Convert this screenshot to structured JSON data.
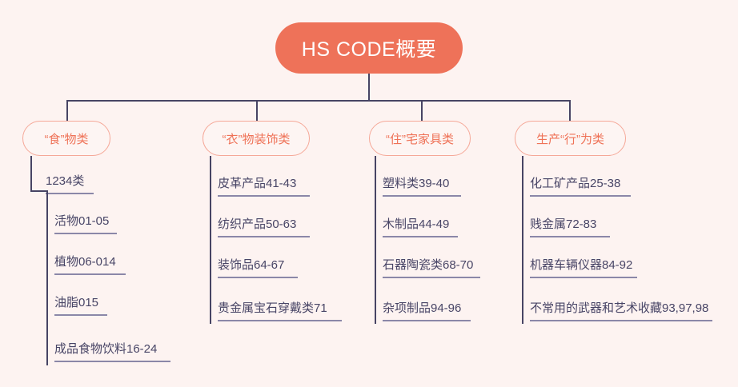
{
  "diagram": {
    "type": "mind-map",
    "title": "HS CODE概要",
    "background_color": "#fdf3f1",
    "accent_color": "#ee7259",
    "node_text_color": "#484566",
    "connector_color": "#474464",
    "root": {
      "label": "HS CODE概要"
    },
    "branches": [
      {
        "label": "“食”物类",
        "intermediate": {
          "label": "1234类"
        },
        "items": [
          {
            "label": "活物01-05"
          },
          {
            "label": "植物06-014"
          },
          {
            "label": "油脂015"
          },
          {
            "label": "成品食物饮料16-24"
          }
        ]
      },
      {
        "label": "“衣”物装饰类",
        "items": [
          {
            "label": "皮革产品41-43"
          },
          {
            "label": "纺织产品50-63"
          },
          {
            "label": "装饰品64-67"
          },
          {
            "label": "贵金属宝石穿戴类71"
          }
        ]
      },
      {
        "label": "“住”宅家具类",
        "items": [
          {
            "label": "塑料类39-40"
          },
          {
            "label": "木制品44-49"
          },
          {
            "label": "石器陶瓷类68-70"
          },
          {
            "label": "杂项制品94-96"
          }
        ]
      },
      {
        "label": "生产“行”为类",
        "items": [
          {
            "label": "化工矿产品25-38"
          },
          {
            "label": "贱金属72-83"
          },
          {
            "label": "机器车辆仪器84-92"
          },
          {
            "label": "不常用的武器和艺术收藏93,97,98"
          }
        ]
      }
    ]
  }
}
